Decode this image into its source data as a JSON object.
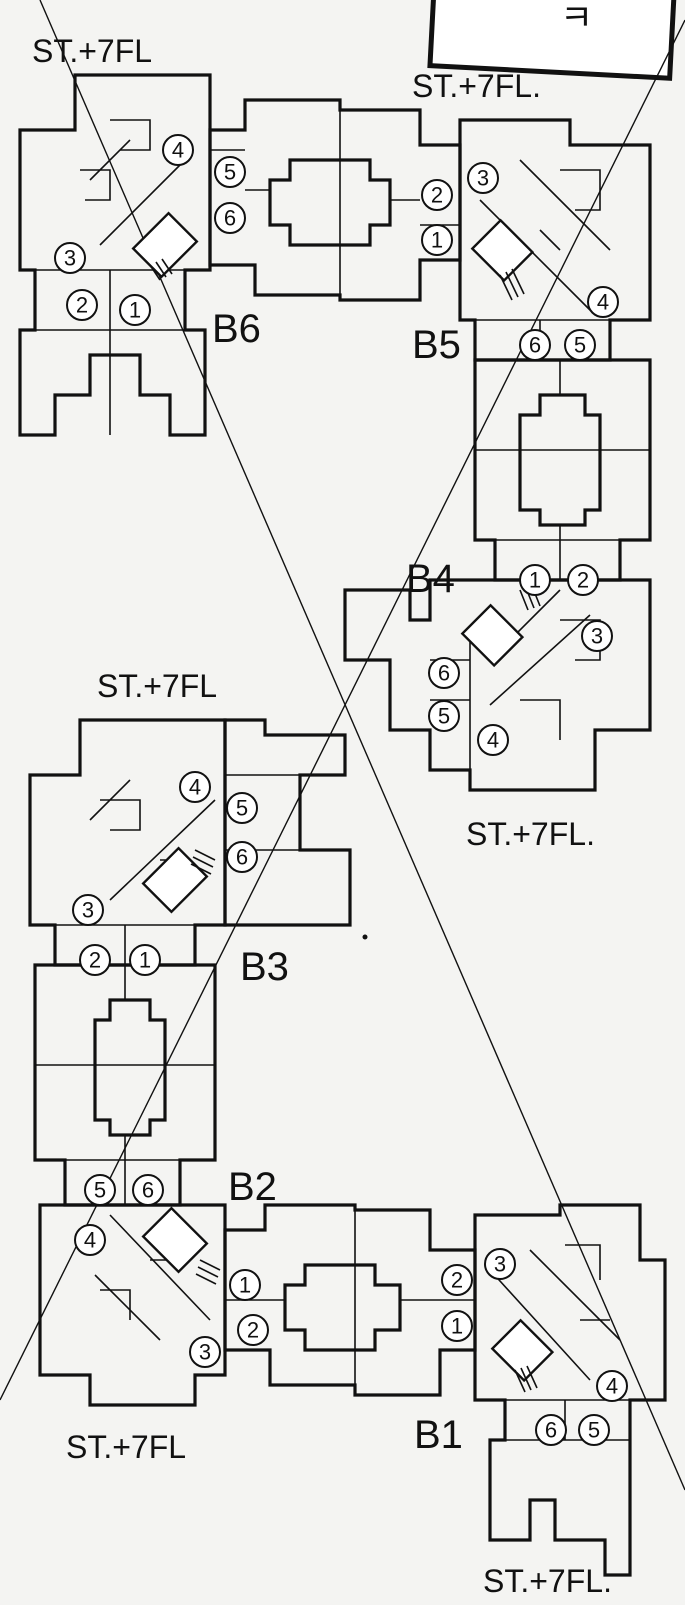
{
  "stamp": {
    "text": "ㅋ"
  },
  "buildings": [
    {
      "id": "B6",
      "floors_label": "ST.+7FL"
    },
    {
      "id": "B5",
      "floors_label": "ST.+7FL."
    },
    {
      "id": "B4",
      "floors_label": "ST.+7FL."
    },
    {
      "id": "B3",
      "floors_label": "ST.+7FL"
    },
    {
      "id": "B2",
      "floors_label": "ST.+7FL"
    },
    {
      "id": "B1",
      "floors_label": "ST.+7FL."
    }
  ],
  "unit_numbers": [
    "1",
    "2",
    "3",
    "4",
    "5",
    "6"
  ]
}
